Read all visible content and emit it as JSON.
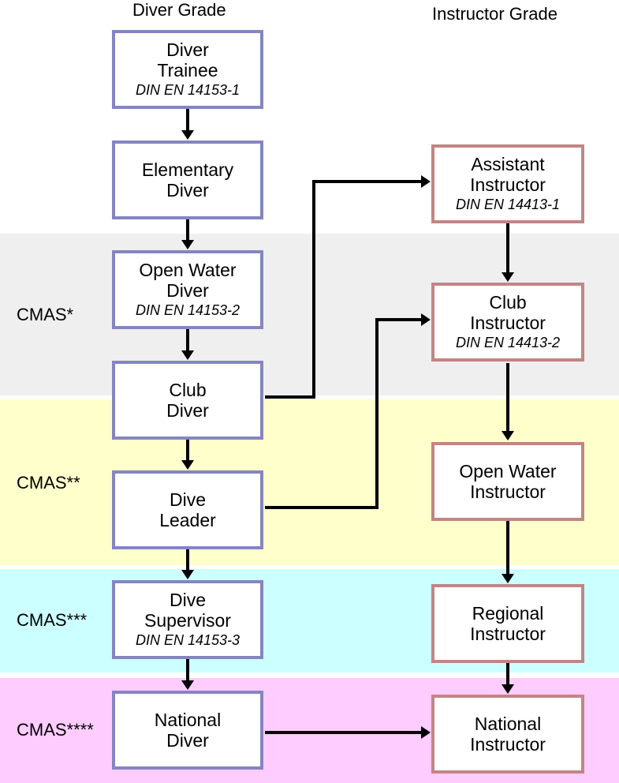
{
  "columns": {
    "diver_title": "Diver Grade",
    "instructor_title": "Instructor Grade"
  },
  "bands": [
    {
      "label": "CMAS*",
      "color": "#efefef"
    },
    {
      "label": "CMAS**",
      "color": "#ffffcc"
    },
    {
      "label": "CMAS***",
      "color": "#ccffff"
    },
    {
      "label": "CMAS****",
      "color": "#ffccff"
    }
  ],
  "diver_grades": [
    {
      "name": "Diver\nTrainee",
      "standard": "DIN EN 14153-1"
    },
    {
      "name": "Elementary\nDiver",
      "standard": ""
    },
    {
      "name": "Open Water\nDiver",
      "standard": "DIN EN 14153-2"
    },
    {
      "name": "Club\nDiver",
      "standard": ""
    },
    {
      "name": "Dive\nLeader",
      "standard": ""
    },
    {
      "name": "Dive\nSupervisor",
      "standard": "DIN EN 14153-3"
    },
    {
      "name": "National\nDiver",
      "standard": ""
    }
  ],
  "instructor_grades": [
    {
      "name": "Assistant\nInstructor",
      "standard": "DIN EN 14413-1"
    },
    {
      "name": "Club\nInstructor",
      "standard": "DIN EN 14413-2"
    },
    {
      "name": "Open Water\nInstructor",
      "standard": ""
    },
    {
      "name": "Regional\nInstructor",
      "standard": ""
    },
    {
      "name": "National\nInstructor",
      "standard": ""
    }
  ],
  "colors": {
    "diver_border": "#8585c2",
    "instructor_border": "#c28585",
    "arrow": "#000000"
  }
}
